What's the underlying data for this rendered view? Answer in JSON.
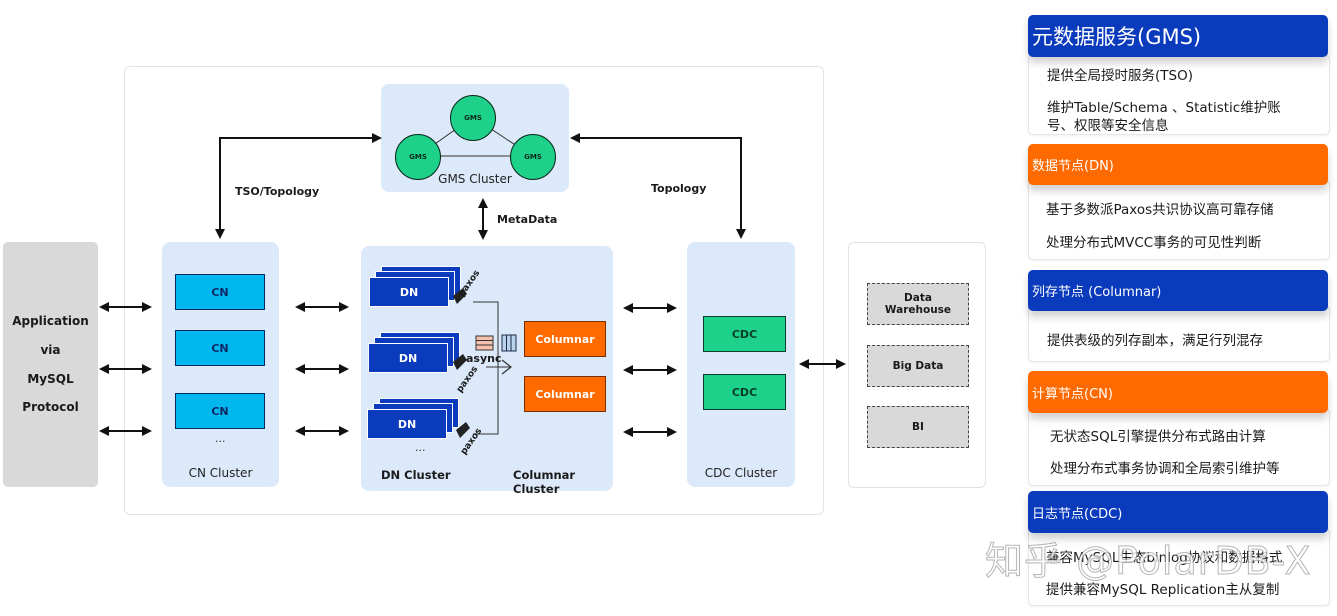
{
  "diagram": {
    "application": {
      "lines": [
        "Application",
        "via",
        "MySQL",
        "Protocol"
      ]
    },
    "gms_cluster": {
      "label": "GMS Cluster",
      "nodes": [
        "GMS",
        "GMS",
        "GMS"
      ]
    },
    "cn_cluster": {
      "label": "CN Cluster",
      "nodes": [
        "CN",
        "CN",
        "CN"
      ],
      "more": "..."
    },
    "dn_cluster": {
      "label": "DN Cluster",
      "nodes": [
        "DN",
        "DN",
        "DN"
      ],
      "more": "...",
      "replication_label": "paxos"
    },
    "columnar_cluster": {
      "label": "Columnar Cluster",
      "nodes": [
        "Columnar",
        "Columnar"
      ],
      "sync_label": "async"
    },
    "cdc_cluster": {
      "label": "CDC Cluster",
      "nodes": [
        "CDC",
        "CDC"
      ]
    },
    "external_systems": [
      "Data\nWarehouse",
      "Big Data",
      "BI"
    ],
    "edges": {
      "gms_to_cn": "TSO/Topology",
      "gms_to_dn": "MetaData",
      "gms_to_cdc": "Topology"
    }
  },
  "legend": [
    {
      "title": "元数据服务(GMS)",
      "color": "#0b3bbd",
      "items": [
        "提供全局授时服务(TSO)",
        "维护Table/Schema 、Statistic维护账",
        "号、权限等安全信息"
      ]
    },
    {
      "title": "数据节点(DN)",
      "color": "#ff6a00",
      "items": [
        "基于多数派Paxos共识协议高可靠存储",
        "处理分布式MVCC事务的可见性判断"
      ]
    },
    {
      "title": "列存节点 (Columnar)",
      "color": "#0b3bbd",
      "items": [
        "提供表级的列存副本，满足行列混存"
      ]
    },
    {
      "title": "计算节点(CN)",
      "color": "#ff6a00",
      "items": [
        "无状态SQL引擎提供分布式路由计算",
        "处理分布式事务协调和全局索引维护等"
      ]
    },
    {
      "title": "日志节点(CDC)",
      "color": "#0b3bbd",
      "items": [
        "兼容MySQL生态binlog协议和数据格式",
        "提供兼容MySQL Replication主从复制"
      ]
    }
  ],
  "watermark": "知乎 @PolarDB-X"
}
